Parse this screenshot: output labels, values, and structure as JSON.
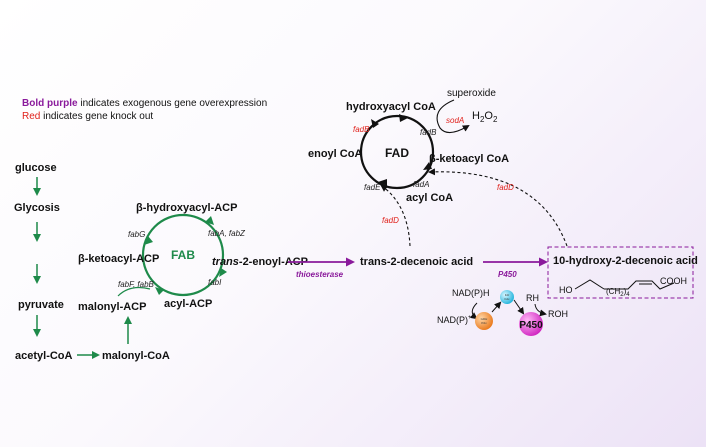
{
  "legend": {
    "purple_term": "Bold purple",
    "purple_rest": " indicates exogenous gene overexpression",
    "red_term": "Red",
    "red_rest": " indicates gene knock out"
  },
  "pathway": {
    "glucose": "glucose",
    "glycosis": "Glycosis",
    "pyruvate": "pyruvate",
    "acetyl_coa": "acetyl-CoA",
    "malonyl_coa": "malonyl-CoA",
    "malonyl_acp": "malonyl-ACP"
  },
  "fab_cycle": {
    "center": "FAB",
    "hydroxyacyl": "β-hydroxyacyl-ACP",
    "ketoacyl": "β-ketoacyl-ACP",
    "enoyl_italic": "trans",
    "enoyl_rest": "-2-enoyl-ACP",
    "acyl": "acyl-ACP",
    "fabG": "fabG",
    "fabAZ": "fabA, fabZ",
    "fabI": "fabI",
    "fabFB": "fabF, fabB"
  },
  "fad_cycle": {
    "center": "FAD",
    "hydroxyacyl": "hydroxyacyl CoA",
    "enoyl": "enoyl CoA",
    "ketoacyl": "β-ketoacyl CoA",
    "acyl": "acyl CoA",
    "fadB_red": "fadB",
    "fadB": "fadB",
    "fadE": "fadE",
    "fadA": "fadA",
    "superoxide": "superoxide",
    "sodA": "sodA",
    "h2o2_main": "H",
    "h2o2_sub1": "2",
    "h2o2_o": "O",
    "h2o2_sub2": "2"
  },
  "products": {
    "thioesterase": "thioesterase",
    "decenoic": "trans-2-decenoic acid",
    "fadD_left": "fadD",
    "fadD_right": "fadD",
    "p450_enzyme": "P450",
    "hydroxy_acid": "10-hydroxy-2-decenoic acid",
    "structure_ho": "HO",
    "structure_ch2": "(CH",
    "structure_ch2_sub": "2",
    "structure_ch2_close": ")",
    "structure_ch2_n": "4",
    "structure_cooh": "COOH"
  },
  "cofactors": {
    "nadph": "NAD(P)H",
    "nadp": "NAD(P)",
    "nadp_sup": "+",
    "rh": "RH",
    "roh": "ROH",
    "p450_ball": "P450",
    "red_ball": "Fdr\nFdx",
    "gdh_ball": "GDH\nPdx"
  },
  "colors": {
    "green": "#1e8a4a",
    "purple": "#8a1a9b",
    "red": "#e0211b",
    "orange_ball": "#f28a1f",
    "cyan_ball": "#3fc6e8",
    "magenta_ball": "#e23bd3"
  }
}
